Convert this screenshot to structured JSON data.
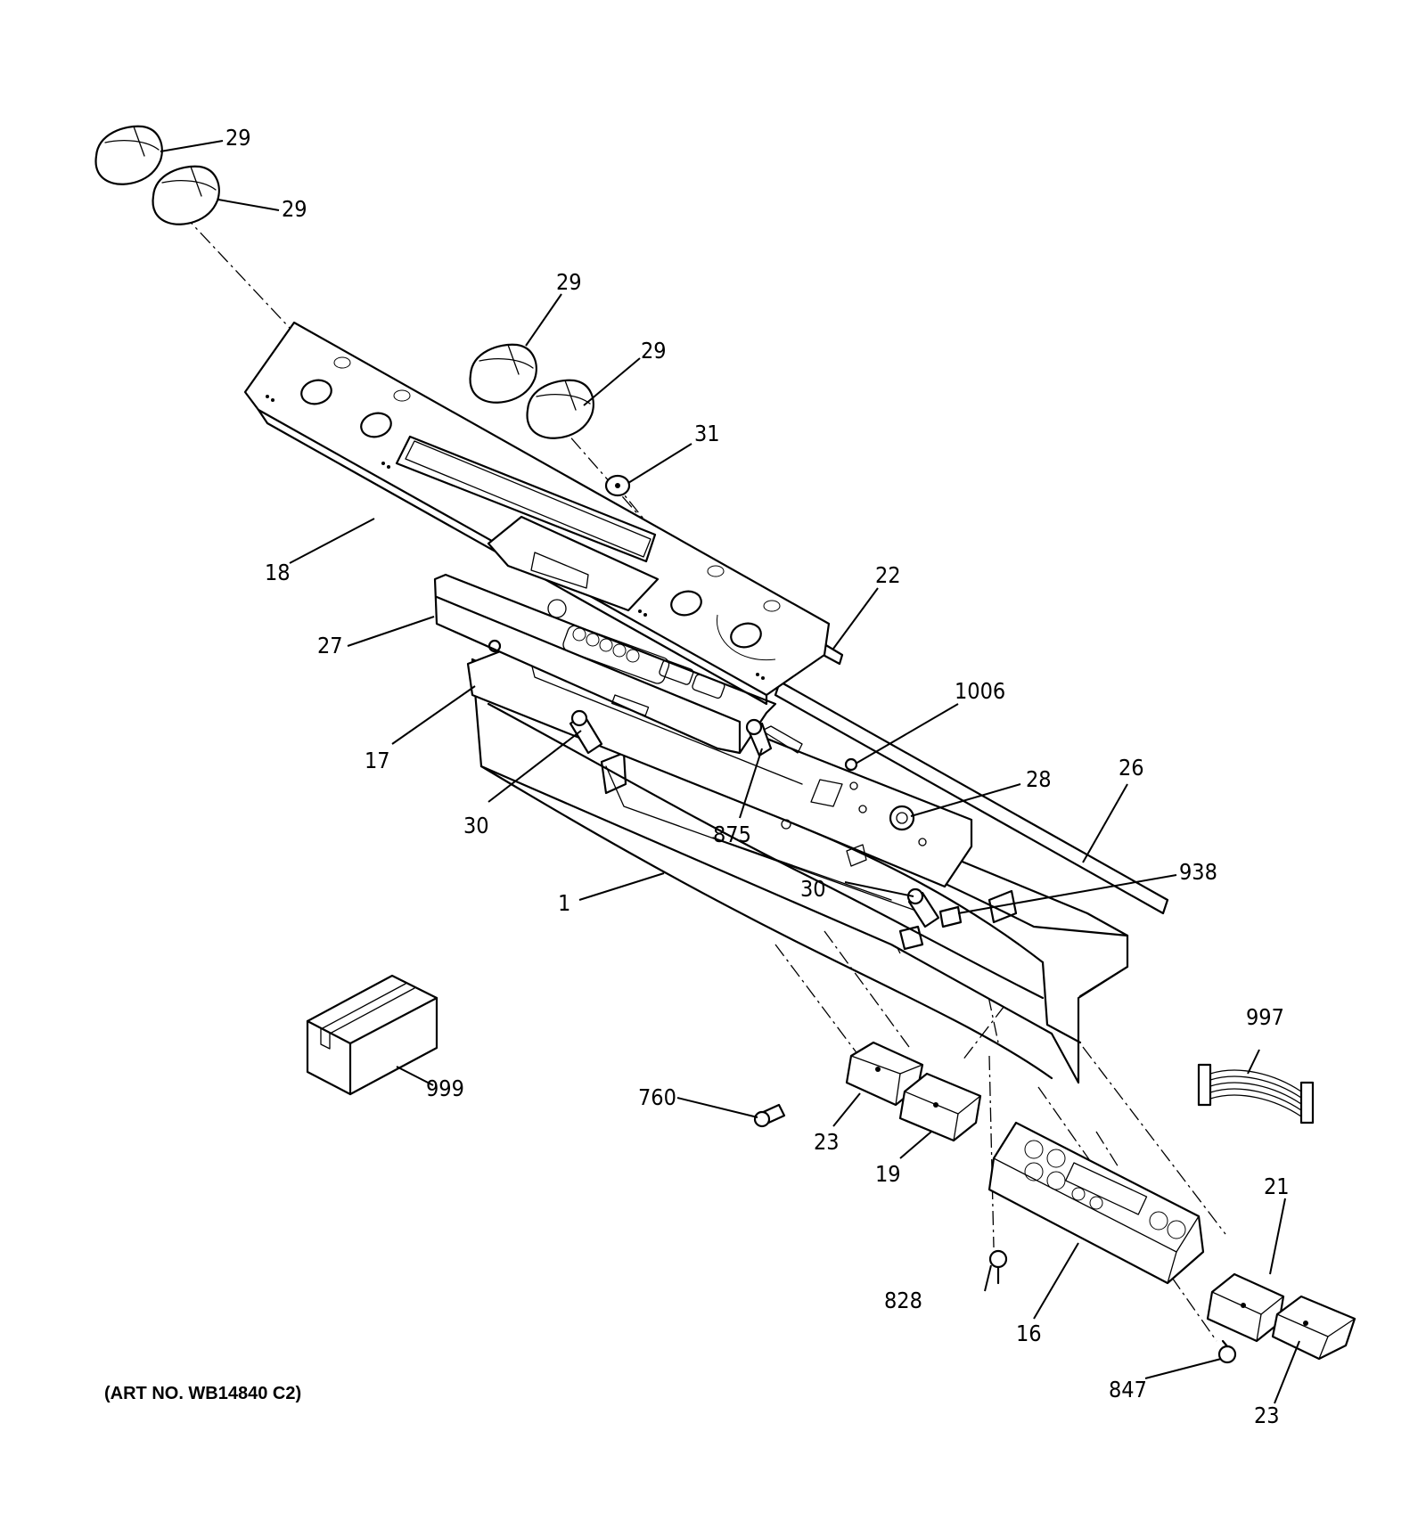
{
  "art_number": "(ART NO. WB14840 C2)",
  "callouts": [
    {
      "id": "c29a",
      "label": "29"
    },
    {
      "id": "c29b",
      "label": "29"
    },
    {
      "id": "c29c",
      "label": "29"
    },
    {
      "id": "c29d",
      "label": "29"
    },
    {
      "id": "c31",
      "label": "31"
    },
    {
      "id": "c18",
      "label": "18"
    },
    {
      "id": "c22",
      "label": "22"
    },
    {
      "id": "c27",
      "label": "27"
    },
    {
      "id": "c1006",
      "label": "1006"
    },
    {
      "id": "c17",
      "label": "17"
    },
    {
      "id": "c28",
      "label": "28"
    },
    {
      "id": "c26",
      "label": "26"
    },
    {
      "id": "c30a",
      "label": "30"
    },
    {
      "id": "c875",
      "label": "875"
    },
    {
      "id": "c938",
      "label": "938"
    },
    {
      "id": "c30b",
      "label": "30"
    },
    {
      "id": "c1",
      "label": "1"
    },
    {
      "id": "c997",
      "label": "997"
    },
    {
      "id": "c999",
      "label": "999"
    },
    {
      "id": "c760",
      "label": "760"
    },
    {
      "id": "c23a",
      "label": "23"
    },
    {
      "id": "c19",
      "label": "19"
    },
    {
      "id": "c21",
      "label": "21"
    },
    {
      "id": "c828",
      "label": "828"
    },
    {
      "id": "c16",
      "label": "16"
    },
    {
      "id": "c847",
      "label": "847"
    },
    {
      "id": "c23b",
      "label": "23"
    }
  ]
}
